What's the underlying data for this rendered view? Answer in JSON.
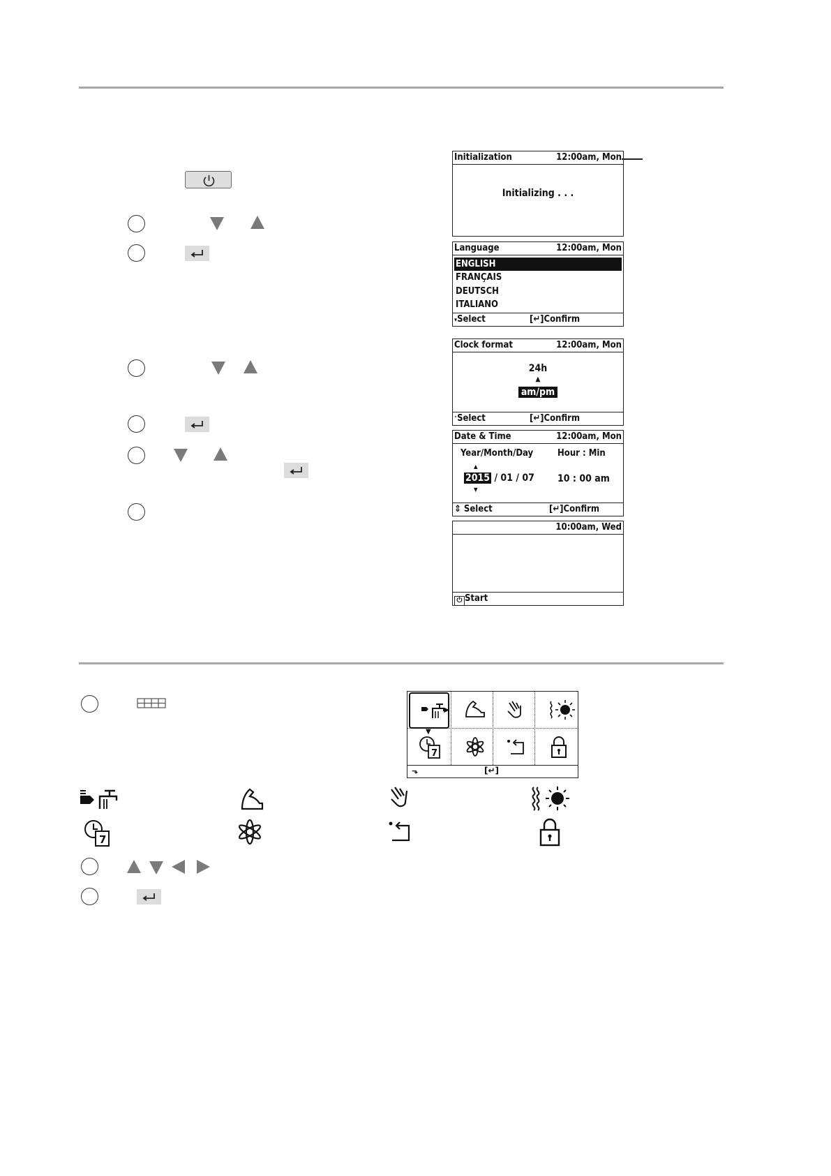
{
  "screens": {
    "init": {
      "title": "Initialization",
      "clock": "12:00am, Mon",
      "message": "Initializing . . ."
    },
    "language": {
      "title": "Language",
      "clock": "12:00am, Mon",
      "items": [
        "ENGLISH",
        "FRANÇAIS",
        "DEUTSCH",
        "ITALIANO"
      ],
      "footer_select": "Select",
      "footer_confirm": "Confirm"
    },
    "clock_format": {
      "title": "Clock format",
      "clock": "12:00am, Mon",
      "option_24h": "24h",
      "option_ampm": "am/pm",
      "footer_select": "Select",
      "footer_confirm": "Confirm"
    },
    "date_time": {
      "title": "Date & Time",
      "clock": "12:00am, Mon",
      "label_date": "Year/Month/Day",
      "label_time": "Hour : Min",
      "year": "2015",
      "month_day": "/ 01 / 07",
      "time": "10 : 00  am",
      "footer_select": "Select",
      "footer_confirm": "Confirm"
    },
    "start": {
      "clock": "10:00am, Wed",
      "footer_start": "Start"
    }
  },
  "icons": {
    "menu": [
      "hot-water-tap-icon",
      "muscle-arm-icon",
      "hand-wave-icon",
      "heater-sun-icon",
      "week-timer-icon",
      "flower-icon",
      "return-arrow-icon",
      "padlock-icon"
    ]
  }
}
